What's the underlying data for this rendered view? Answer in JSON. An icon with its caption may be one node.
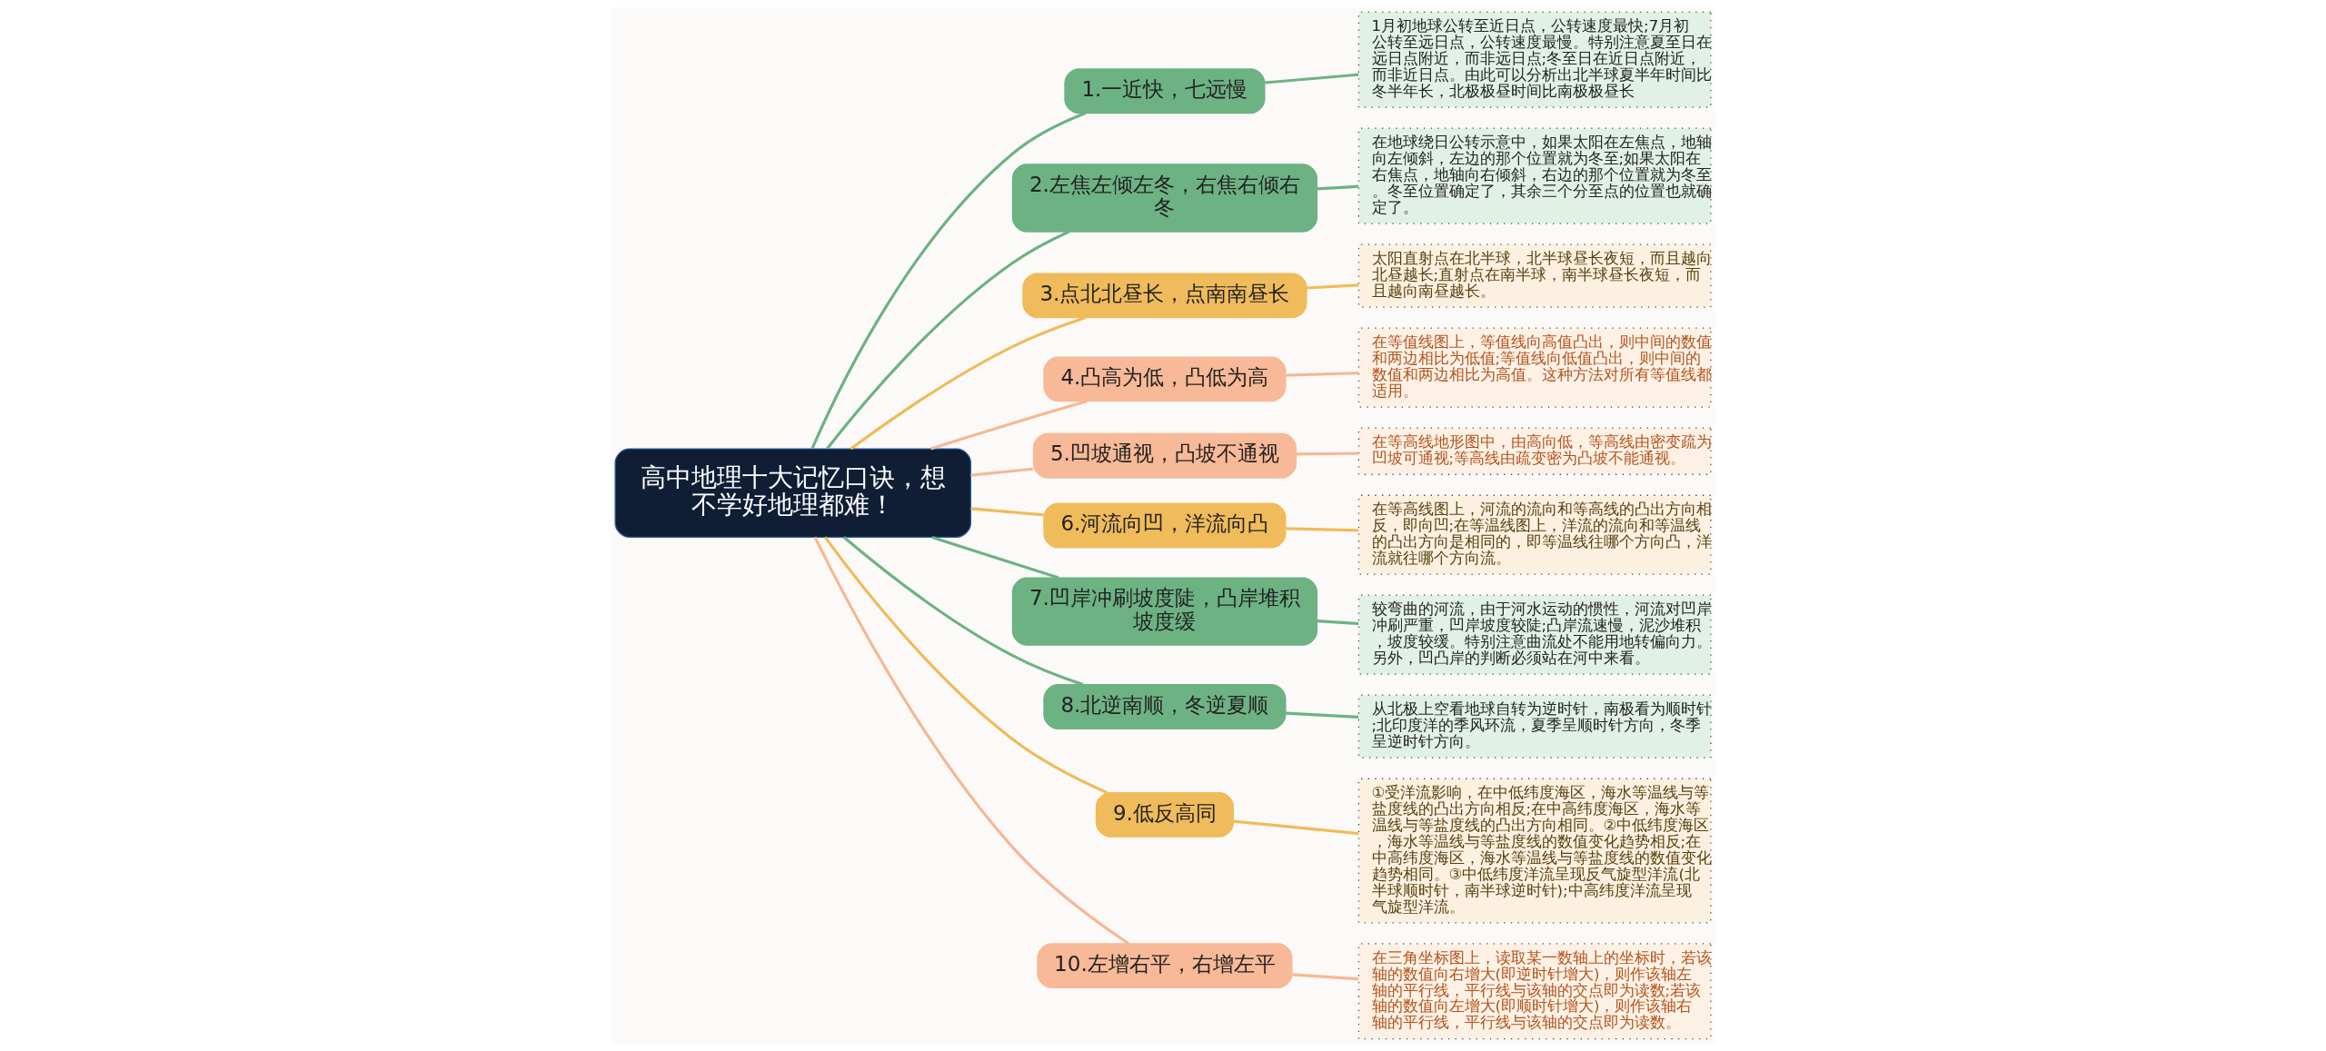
{
  "diagram": {
    "nodes": [
      {
        "text": [
          "高中地理十大记忆口诀，想不学好地理都难！"
        ]
      },
      {
        "text": [
          "1.一近快，七远慢"
        ]
      },
      {
        "text": [
          "1月初地球公转至近日点，公转速度最快;7月初公转至远日点，公转速度最慢。特别注意夏至日在远日点附近，而非远日点;冬至日在近日点附近，而非近日点。由此可以分析出北半球夏半年时间比冬半年长，北极极昼时间比南极极昼长"
        ]
      },
      {
        "text": [
          "2.左焦左倾左冬，右焦右倾右冬"
        ]
      },
      {
        "text": [
          "在地球绕日公转示意中，如果太阳在左焦点，地轴向左倾斜，左边的那个位置就为冬至;如果太阳在右焦点，地轴向右倾斜，右边的那个位置就为冬至。冬至位置确定了，其余三个分至点的位置也就确定了。"
        ]
      },
      {
        "text": [
          "3.点北北昼长，点南南昼长"
        ]
      },
      {
        "text": [
          "太阳直射点在北半球，北半球昼长夜短，而且越向北昼越长;直射点在南半球，南半球昼长夜短，而且越向南昼越长。"
        ]
      },
      {
        "text": [
          "4.凸高为低，凸低为高"
        ]
      },
      {
        "text": [
          "在等值线图上，等值线向高值凸出，则中间的数值和两边相比为低值;等值线向低值凸出，则中间的数值和两边相比为高值。这种方法对所有等值线都适用。"
        ]
      },
      {
        "text": [
          "5.凹坡通视，凸坡不通视"
        ]
      },
      {
        "text": [
          "在等高线地形图中，由高向低，等高线由密变疏为凹坡可通视;等高线由疏变密为凸坡不能通视。"
        ]
      },
      {
        "text": [
          "6.河流向凹，洋流向凸"
        ]
      },
      {
        "text": [
          "在等高线图上，河流的流向和等高线的凸出方向相反，即向凹;在等温线图上，洋流的流向和等温线的凸出方向是相同的，即等温线往哪个方向凸，洋流就往哪个方向流。"
        ]
      },
      {
        "text": [
          "7.凹岸冲刷坡度陡，凸岸堆积坡度缓"
        ]
      },
      {
        "text": [
          "较弯曲的河流，由于河水运动的惯性，河流对凹岸冲刷严重，凹岸坡度较陡;凸岸流速慢，泥沙堆积，坡度较缓。特别注意曲流处不能用地转偏向力。另外，凹凸岸的判断必须站在河中来看。"
        ]
      },
      {
        "text": [
          "8.北逆南顺，冬逆夏顺"
        ]
      },
      {
        "text": [
          "从北极上空看地球自转为逆时针，南极看为顺时针;北印度洋的季风环流，夏季呈顺时针方向，冬季呈逆时针方向。"
        ]
      },
      {
        "text": [
          "9.低反高同"
        ]
      },
      {
        "text": [
          "①受洋流影响，在中低纬度海区，海水等温线与等盐度线的凸出方向相反;在中高纬度海区，海水等温线与等盐度线的凸出方向相同。②中低纬度海区，海水等温线与等盐度线的数值变化趋势相反;在中高纬度海区，海水等温线与等盐度线的数值变化趋势相同。③中低纬度洋流呈现反气旋型洋流(北半球顺时针，南半球逆时针);中高纬度洋流呈现气旋型洋流。"
        ]
      },
      {
        "text": [
          "10.左增右平，右增左平"
        ]
      },
      {
        "text": [
          "在三角坐标图上，读取某一数轴上的坐标时，若该轴的数值向右增大(即逆时针增大)，则作该轴左轴的平行线，平行线与该轴的交点即为读数;若该轴的数值向左增大(即顺时针增大)，则作该轴右轴的平行线，平行线与该轴的交点即为读数。"
        ]
      }
    ],
    "edges": [
      {
        "from": 0,
        "to": 1,
        "arrow": "none"
      },
      {
        "from": 1,
        "to": 2,
        "arrow": "none"
      },
      {
        "from": 0,
        "to": 3,
        "arrow": "none"
      },
      {
        "from": 3,
        "to": 4,
        "arrow": "none"
      },
      {
        "from": 0,
        "to": 5,
        "arrow": "none",
        "color": "#f0bb5a"
      },
      {
        "from": 5,
        "to": 6,
        "arrow": "none",
        "color": "#f0bb5a"
      },
      {
        "from": 0,
        "to": 7,
        "arrow": "none",
        "color": "#f5b893"
      },
      {
        "from": 7,
        "to": 8,
        "arrow": "none",
        "color": "#f5b893"
      },
      {
        "from": 0,
        "to": 9,
        "arrow": "none",
        "color": "#f5b893"
      },
      {
        "from": 9,
        "to": 10,
        "arrow": "none",
        "color": "#f5b893"
      },
      {
        "from": 0,
        "to": 11,
        "arrow": "none",
        "color": "#f0bb5a"
      },
      {
        "from": 11,
        "to": 12,
        "arrow": "none",
        "color": "#f0bb5a"
      },
      {
        "from": 0,
        "to": 13,
        "arrow": "none"
      },
      {
        "from": 13,
        "to": 14,
        "arrow": "none"
      },
      {
        "from": 0,
        "to": 15,
        "arrow": "none"
      },
      {
        "from": 15,
        "to": 16,
        "arrow": "none"
      },
      {
        "from": 0,
        "to": 17,
        "arrow": "none",
        "color": "#f0bb5a"
      },
      {
        "from": 17,
        "to": 18,
        "arrow": "none",
        "color": "#f0bb5a"
      },
      {
        "from": 0,
        "to": 19,
        "arrow": "none",
        "color": "#f5b893"
      },
      {
        "from": 19,
        "to": 20,
        "arrow": "none",
        "color": "#f5b893"
      }
    ]
  }
}
